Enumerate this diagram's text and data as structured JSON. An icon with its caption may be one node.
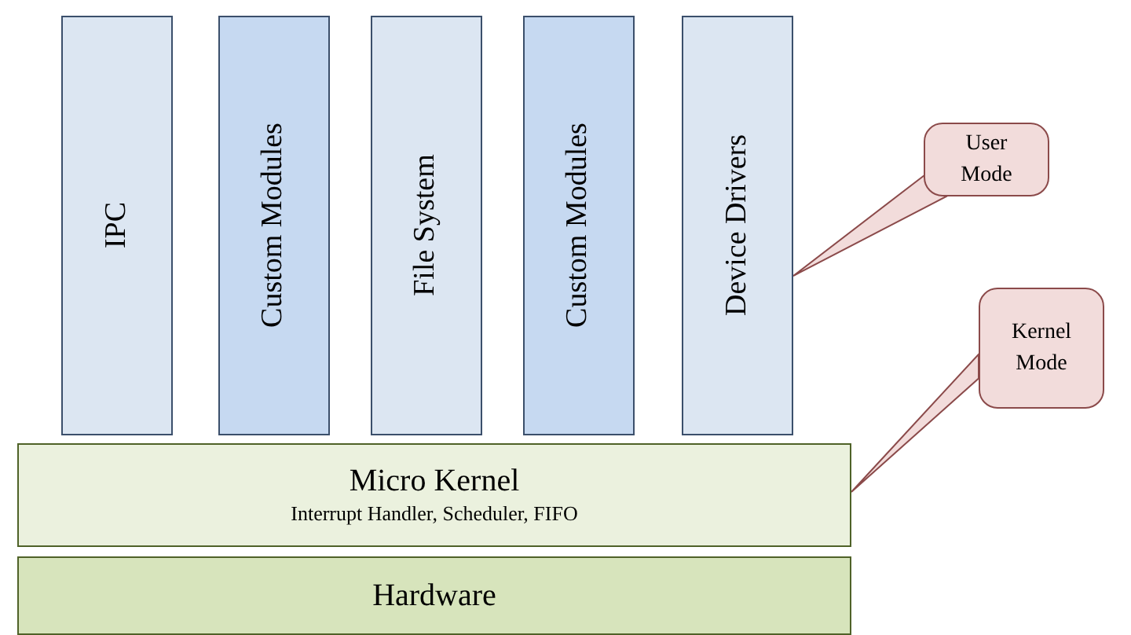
{
  "diagram": {
    "nodes": [
      {
        "text": [
          "IPC"
        ]
      },
      {
        "text": [
          "Custom Modules"
        ]
      },
      {
        "text": [
          "File System"
        ]
      },
      {
        "text": [
          "Custom Modules"
        ]
      },
      {
        "text": [
          "Device Drivers"
        ]
      },
      {
        "text": [
          "Micro Kernel",
          "Interrupt Handler, Scheduler, FIFO"
        ]
      },
      {
        "text": [
          "Hardware"
        ]
      },
      {
        "text": [
          "User Mode"
        ]
      },
      {
        "text": [
          "Kernel Mode"
        ]
      }
    ],
    "edges": [
      {
        "from": 7,
        "to": 4,
        "arrow": "none"
      },
      {
        "from": 8,
        "to": 5,
        "arrow": "none"
      }
    ]
  }
}
